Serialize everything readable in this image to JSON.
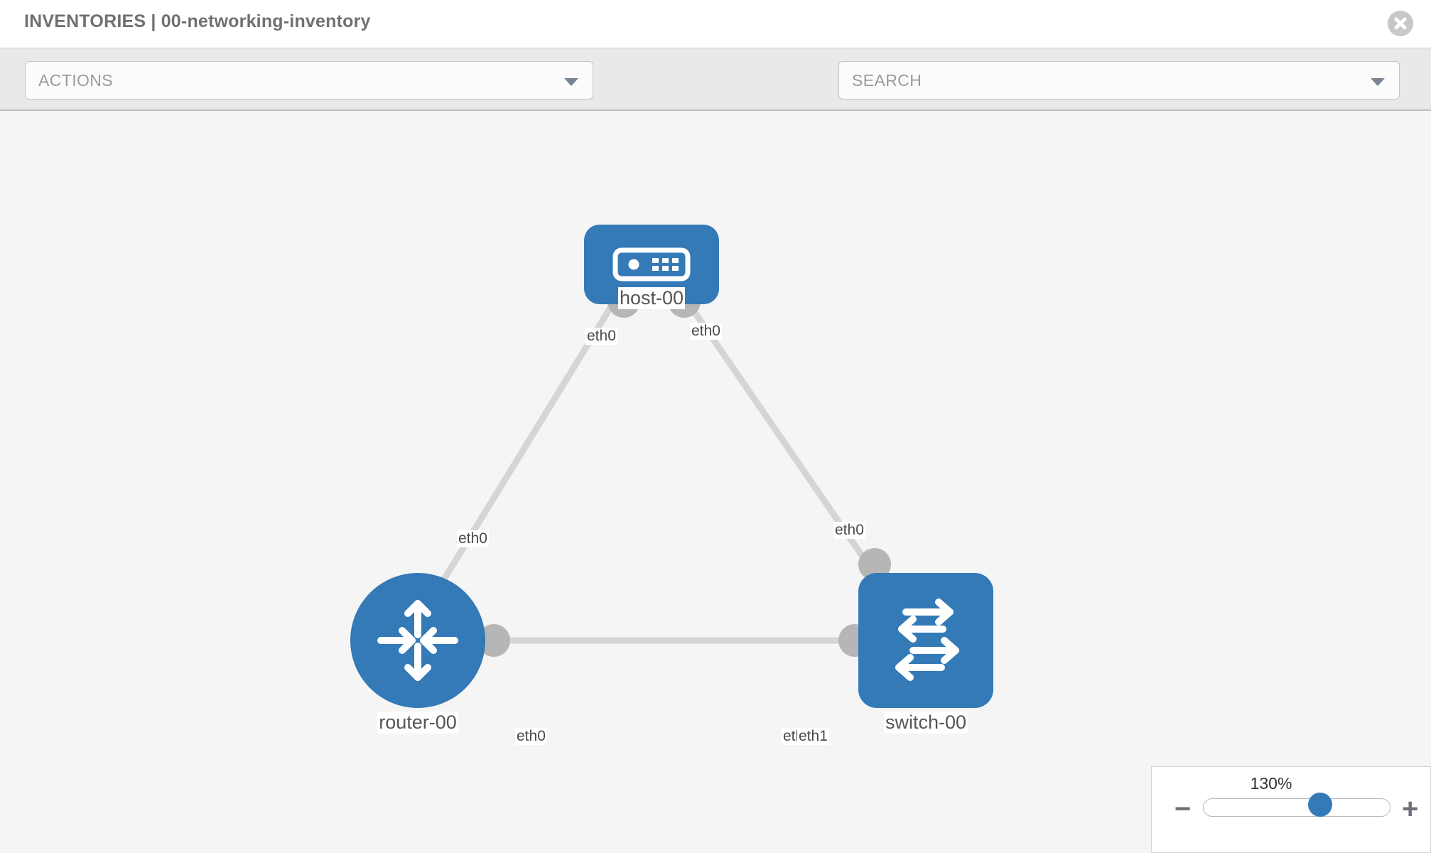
{
  "header": {
    "title": "INVENTORIES | 00-networking-inventory",
    "close_icon": "close-icon"
  },
  "toolbar": {
    "actions_label": "ACTIONS",
    "actions_caret_icon": "chevron-down-icon",
    "wrench_icon": "wrench-icon",
    "key_icon": "key-icon",
    "search_placeholder": "SEARCH",
    "search_caret_icon": "chevron-down-icon"
  },
  "topology": {
    "nodes": [
      {
        "id": "host-00",
        "label": "host-00",
        "type": "host",
        "icon": "server-icon",
        "color": "#337ab7"
      },
      {
        "id": "router-00",
        "label": "router-00",
        "type": "router",
        "icon": "router-icon",
        "color": "#337ab7"
      },
      {
        "id": "switch-00",
        "label": "switch-00",
        "type": "switch",
        "icon": "switch-icon",
        "color": "#337ab7"
      }
    ],
    "interfaces": [
      {
        "id": "host-left",
        "label": "eth0"
      },
      {
        "id": "host-right",
        "label": "eth0"
      },
      {
        "id": "router-to-host",
        "label": "eth0"
      },
      {
        "id": "switch-to-host",
        "label": "eth0"
      },
      {
        "id": "router-right",
        "label": "eth0"
      },
      {
        "id": "switch-left-a",
        "label": "eth"
      },
      {
        "id": "switch-left-b",
        "label": "eth1"
      }
    ],
    "link_color": "#d5d5d5",
    "endpoint_color": "#b6b6b6"
  },
  "zoom_control": {
    "value": "130%",
    "minus_label": "−",
    "plus_label": "+",
    "thumb_position_percent": 60
  }
}
